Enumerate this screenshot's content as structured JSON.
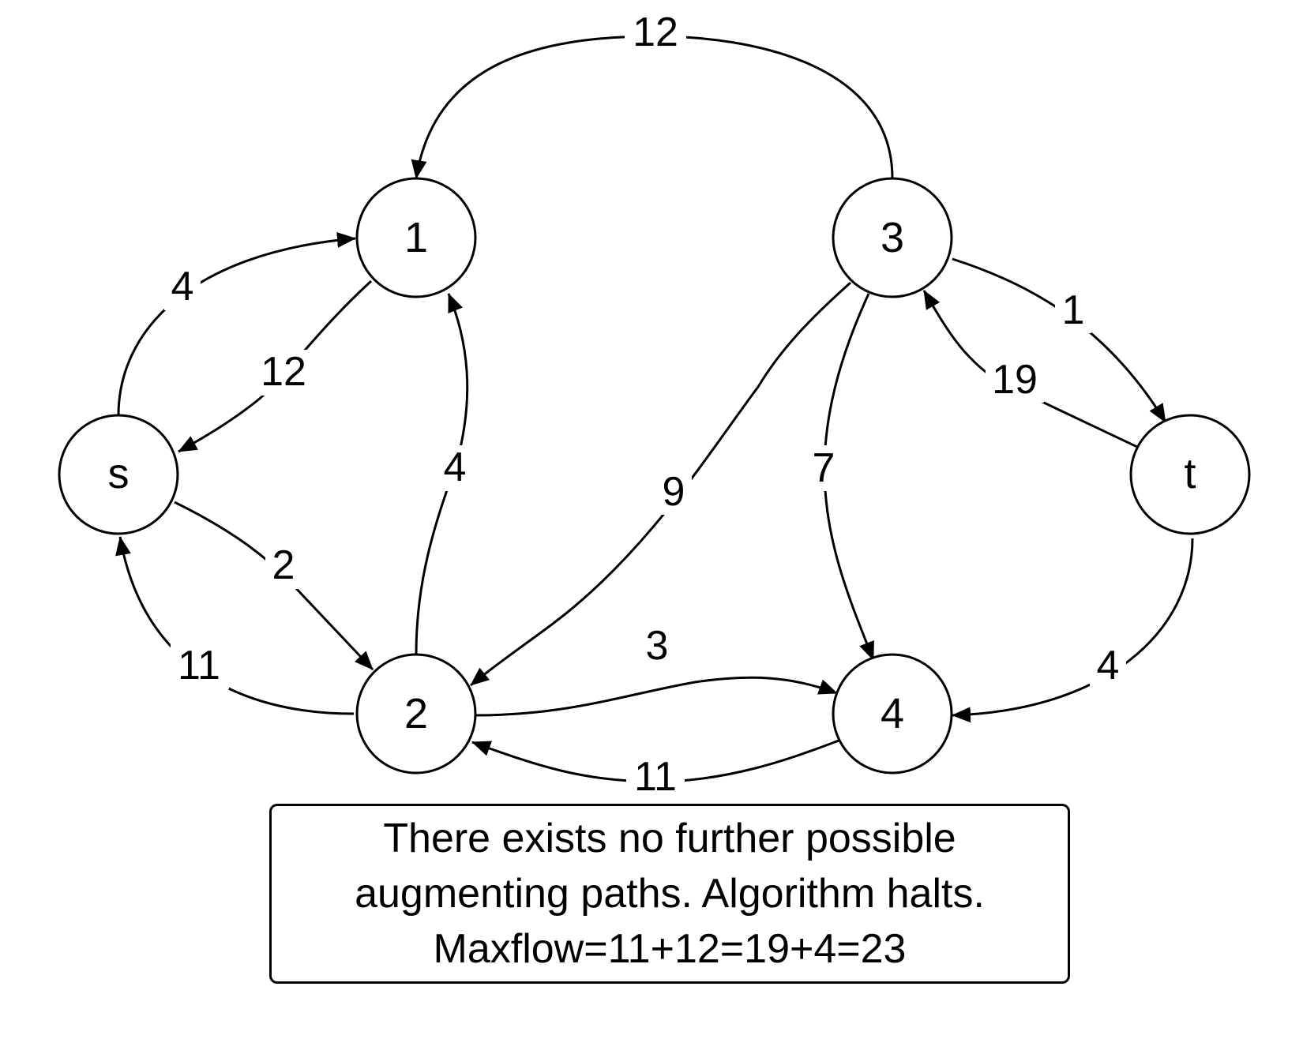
{
  "diagram": {
    "nodes": [
      {
        "id": "s",
        "label": "s"
      },
      {
        "id": "1",
        "label": "1"
      },
      {
        "id": "2",
        "label": "2"
      },
      {
        "id": "3",
        "label": "3"
      },
      {
        "id": "4",
        "label": "4"
      },
      {
        "id": "t",
        "label": "t"
      }
    ],
    "edges": [
      {
        "from": "s",
        "to": "1",
        "label": "4"
      },
      {
        "from": "1",
        "to": "s",
        "label": "12"
      },
      {
        "from": "s",
        "to": "2",
        "label": "2"
      },
      {
        "from": "2",
        "to": "s",
        "label": "11"
      },
      {
        "from": "2",
        "to": "1",
        "label": "4"
      },
      {
        "from": "3",
        "to": "1",
        "label": "12"
      },
      {
        "from": "3",
        "to": "2",
        "label": "9"
      },
      {
        "from": "3",
        "to": "4",
        "label": "7"
      },
      {
        "from": "3",
        "to": "t",
        "label": "1"
      },
      {
        "from": "t",
        "to": "3",
        "label": "19"
      },
      {
        "from": "t",
        "to": "4",
        "label": "4"
      },
      {
        "from": "2",
        "to": "4",
        "label": "3"
      },
      {
        "from": "4",
        "to": "2",
        "label": "11"
      }
    ]
  },
  "note": {
    "line1": "There exists no further possible",
    "line2": "augmenting paths. Algorithm halts.",
    "line3": "Maxflow=11+12=19+4=23"
  }
}
